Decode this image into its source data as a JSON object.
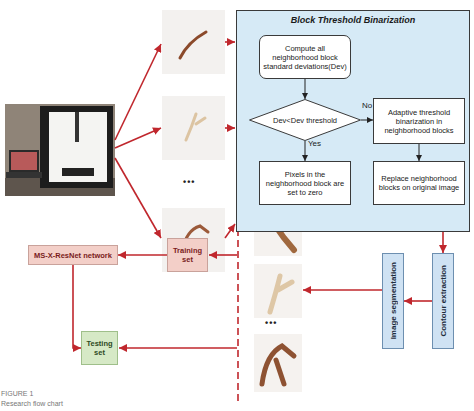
{
  "diagram": {
    "caption": "Research flow chart",
    "nodes": [
      {
        "text": [
          "Block Threshold Binarization"
        ]
      },
      {
        "text": [
          "Compute all neighborhood block standard deviations(Dev)"
        ],
        "in": 0
      },
      {
        "text": [
          "Dev<Dev threshold"
        ],
        "in": 0
      },
      {
        "text": [
          "Adaptive threshold binarization in neighborhood blocks"
        ],
        "in": 0
      },
      {
        "text": [
          "Pixels in the neighborhood block are set to zero"
        ],
        "in": 0
      },
      {
        "text": [
          "Replace neighborhood blocks on original image"
        ],
        "in": 0
      },
      {
        "text": [
          "Contour extraction"
        ]
      },
      {
        "text": [
          "Image segmentation"
        ]
      },
      {
        "text": [
          "Training set"
        ]
      },
      {
        "text": [
          "MS-X-ResNet network"
        ]
      },
      {
        "text": [
          "Testing set"
        ]
      }
    ],
    "edges": [
      {
        "from": 1,
        "to": 2,
        "arrow": "to"
      },
      {
        "from": 2,
        "to": 3,
        "label": "No",
        "arrow": "to"
      },
      {
        "from": 2,
        "to": 4,
        "label": "Yes",
        "arrow": "to"
      },
      {
        "from": 3,
        "to": 5,
        "arrow": "to"
      },
      {
        "from": 0,
        "to": 6,
        "arrow": "to"
      },
      {
        "from": 6,
        "to": 7,
        "arrow": "to"
      },
      {
        "from": 8,
        "to": 9,
        "arrow": "to"
      },
      {
        "from": 9,
        "to": 10,
        "arrow": "to"
      }
    ],
    "labels": [
      "•••",
      "•••",
      "FIGURE 1"
    ]
  }
}
